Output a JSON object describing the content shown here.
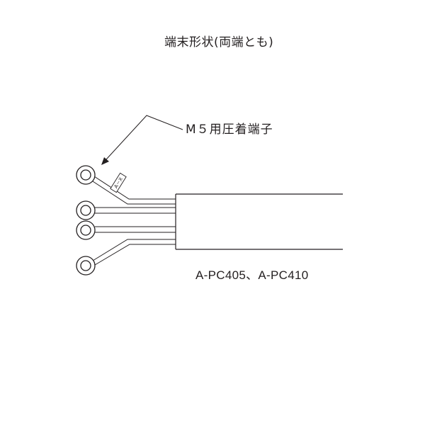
{
  "title": "端末形状(両端とも)",
  "terminal_label": "M５用圧着端子",
  "model_label": "A-PC405、A-PC410",
  "tag_text": "A－X"
}
